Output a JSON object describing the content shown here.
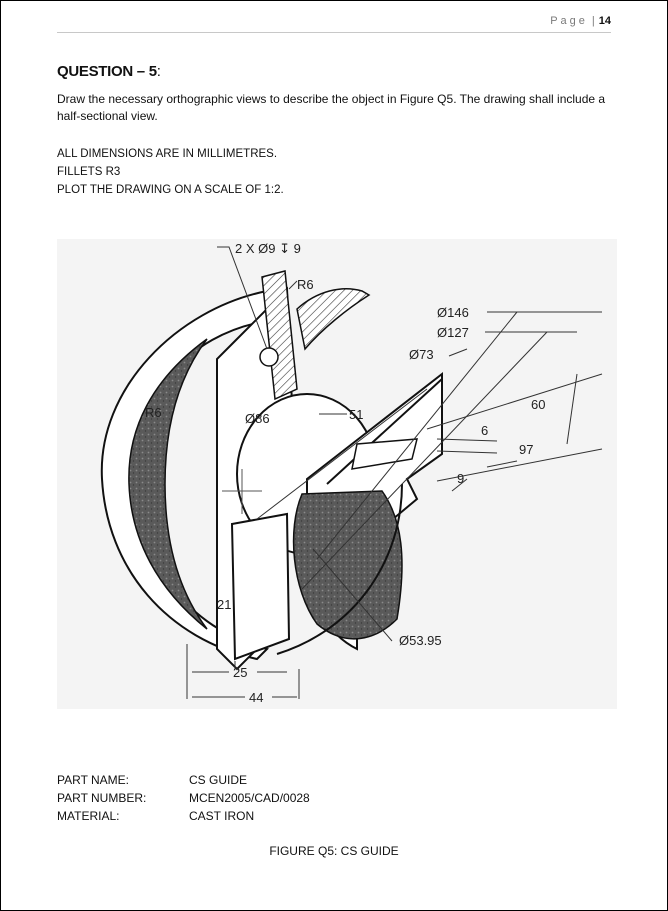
{
  "header": {
    "page_word": "Page",
    "separator": "|",
    "page_number": "14"
  },
  "question": {
    "title": "QUESTION – 5",
    "title_suffix": ":",
    "instructions": "Draw the necessary orthographic views to describe the object in Figure Q5. The drawing shall include a half-sectional view.",
    "notes": [
      "ALL DIMENSIONS ARE IN MILLIMETRES.",
      "FILLETS R3",
      "PLOT THE DRAWING ON A SCALE OF 1:2."
    ]
  },
  "figure": {
    "dimensions": {
      "holes": "2 X Ø9 ↧ 9",
      "r6_top": "R6",
      "r6_left": "R6",
      "d146": "Ø146",
      "d127": "Ø127",
      "d73": "Ø73",
      "d86": "Ø86",
      "d51": "51",
      "d60": "60",
      "d6": "6",
      "d97": "97",
      "d9": "9",
      "d21": "21",
      "d53": "Ø53.95",
      "d25": "25",
      "d44": "44"
    },
    "caption": "FIGURE Q5: CS GUIDE"
  },
  "part_info": [
    {
      "label": "PART NAME:",
      "value": "CS GUIDE"
    },
    {
      "label": "PART NUMBER:",
      "value": "MCEN2005/CAD/0028"
    },
    {
      "label": "MATERIAL:",
      "value": "CAST IRON"
    }
  ]
}
